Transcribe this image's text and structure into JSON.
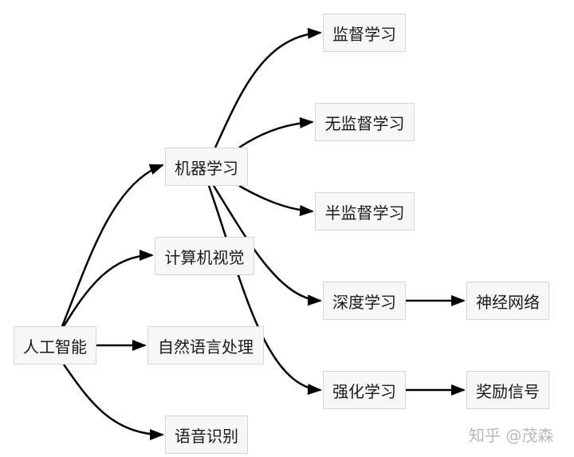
{
  "nodes": {
    "root": "人工智能",
    "ml": "机器学习",
    "cv": "计算机视觉",
    "nlp": "自然语言处理",
    "speech": "语音识别",
    "supervised": "监督学习",
    "unsupervised": "无监督学习",
    "semi": "半监督学习",
    "deep": "深度学习",
    "rl": "强化学习",
    "nn": "神经网络",
    "reward": "奖励信号"
  },
  "edges": [
    [
      "root",
      "ml"
    ],
    [
      "root",
      "cv"
    ],
    [
      "root",
      "nlp"
    ],
    [
      "root",
      "speech"
    ],
    [
      "ml",
      "supervised"
    ],
    [
      "ml",
      "unsupervised"
    ],
    [
      "ml",
      "semi"
    ],
    [
      "ml",
      "deep"
    ],
    [
      "ml",
      "rl"
    ],
    [
      "deep",
      "nn"
    ],
    [
      "rl",
      "reward"
    ]
  ],
  "watermark": "知乎 @茂森",
  "colors": {
    "edge": "#000000",
    "node_fill": "#f7f7f7",
    "node_border": "#d7d7d7"
  }
}
